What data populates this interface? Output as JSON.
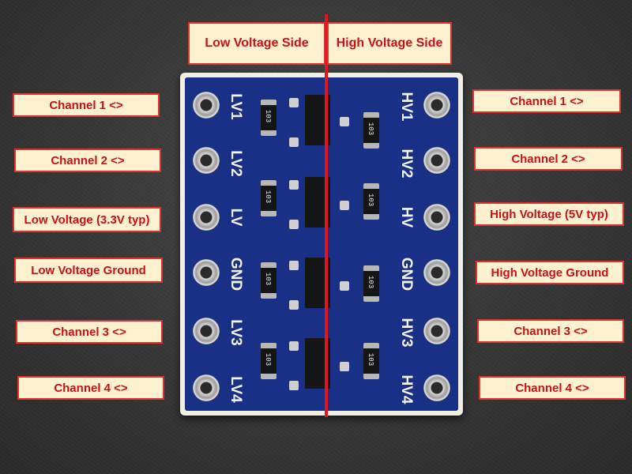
{
  "header": {
    "low_side": "Low Voltage Side",
    "high_side": "High Voltage Side"
  },
  "left_labels": [
    "Channel 1 <>",
    "Channel 2 <>",
    "Low Voltage (3.3V typ)",
    "Low Voltage Ground",
    "Channel 3 <>",
    "Channel 4 <>"
  ],
  "right_labels": [
    "Channel 1 <>",
    "Channel 2 <>",
    "High Voltage (5V typ)",
    "High Voltage Ground",
    "Channel 3 <>",
    "Channel 4 <>"
  ],
  "board": {
    "left_pins": [
      "LV1",
      "LV2",
      "LV",
      "GND",
      "LV3",
      "LV4"
    ],
    "right_pins": [
      "HV1",
      "HV2",
      "HV",
      "GND",
      "HV3",
      "HV4"
    ],
    "resistor_code": "103"
  },
  "colors": {
    "label_fill": "#fdf1cf",
    "label_border": "#e03131",
    "label_text": "#c8111a",
    "divider": "#e3141c",
    "pcb": "#1a2f86"
  }
}
